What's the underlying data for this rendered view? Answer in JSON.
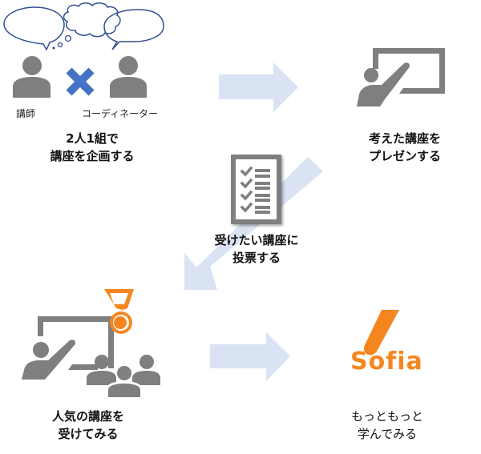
{
  "colors": {
    "icon_gray": "#7F7F7F",
    "arrow_fill": "#DAE3F3",
    "cross_blue": "#4472C4",
    "bubble_stroke": "#2F4F8F",
    "accent_orange": "#F5861F"
  },
  "step1": {
    "role_left": "講師",
    "role_right": "コーディネーター",
    "caption_line1": "2人1組で",
    "caption_line2": "講座を企画する",
    "icons": [
      "speech-bubble",
      "thought-cloud",
      "person",
      "cross",
      "person"
    ]
  },
  "step2": {
    "caption_line1": "考えた講座を",
    "caption_line2": "プレゼンする",
    "icons": [
      "presenter-board"
    ]
  },
  "step3": {
    "caption_line1": "受けたい講座に",
    "caption_line2": "投票する",
    "icons": [
      "checklist"
    ]
  },
  "step4": {
    "caption_line1": "人気の講座を",
    "caption_line2": "受けてみる",
    "icons": [
      "classroom",
      "medal"
    ]
  },
  "step5": {
    "logo_text": "Sofia",
    "caption_line1": "もっともっと",
    "caption_line2": "学んでみる",
    "icons": [
      "sofia-logo"
    ]
  },
  "arrows": [
    "right",
    "down-left",
    "right"
  ]
}
